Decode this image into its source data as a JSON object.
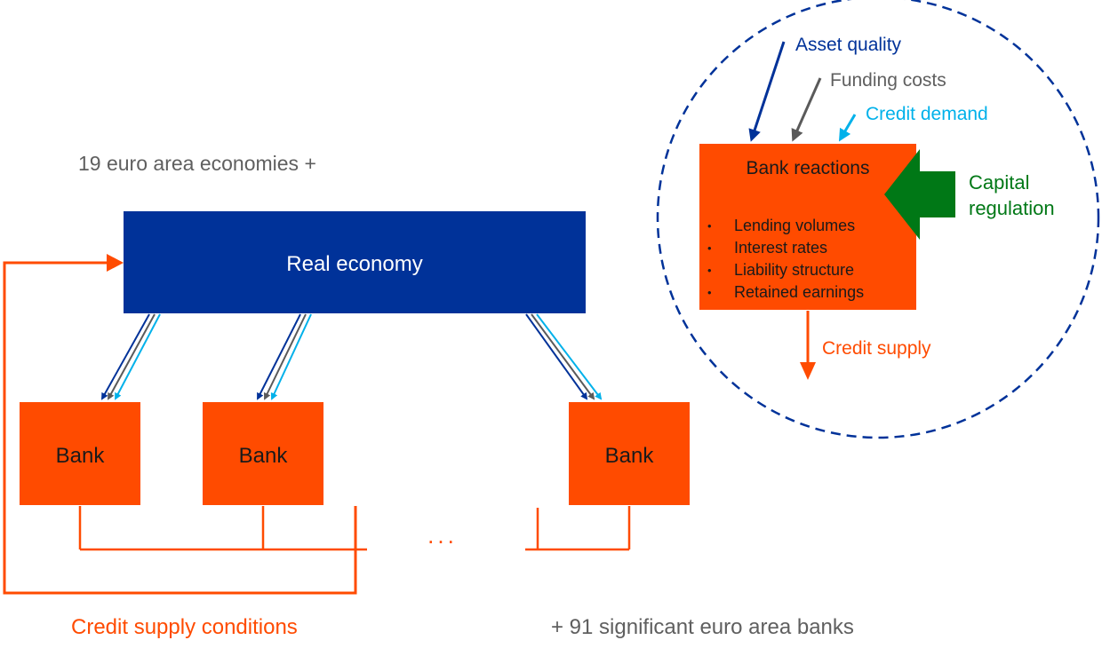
{
  "header_text": "19 euro area economies +",
  "footer_left": "Credit supply conditions",
  "footer_right": "+ 91 significant euro area banks",
  "ellipsis": "...",
  "real_economy": {
    "label": "Real economy"
  },
  "banks": [
    {
      "label": "Bank"
    },
    {
      "label": "Bank"
    },
    {
      "label": "Bank"
    }
  ],
  "zoom": {
    "inputs": {
      "asset_quality": "Asset quality",
      "funding_costs": "Funding costs",
      "credit_demand": "Credit demand"
    },
    "capital_regulation": {
      "line1": "Capital",
      "line2": "regulation"
    },
    "bank_reactions": {
      "title": "Bank reactions",
      "items": [
        "Lending volumes",
        "Interest rates",
        "Liability structure",
        "Retained earnings"
      ]
    },
    "output": "Credit supply"
  },
  "colors": {
    "navy": "#003299",
    "orange": "#ff4b00",
    "gray": "#5a5a5a",
    "cyan": "#00b1ea",
    "green": "#007816",
    "text_gray": "#5f5f5f"
  }
}
